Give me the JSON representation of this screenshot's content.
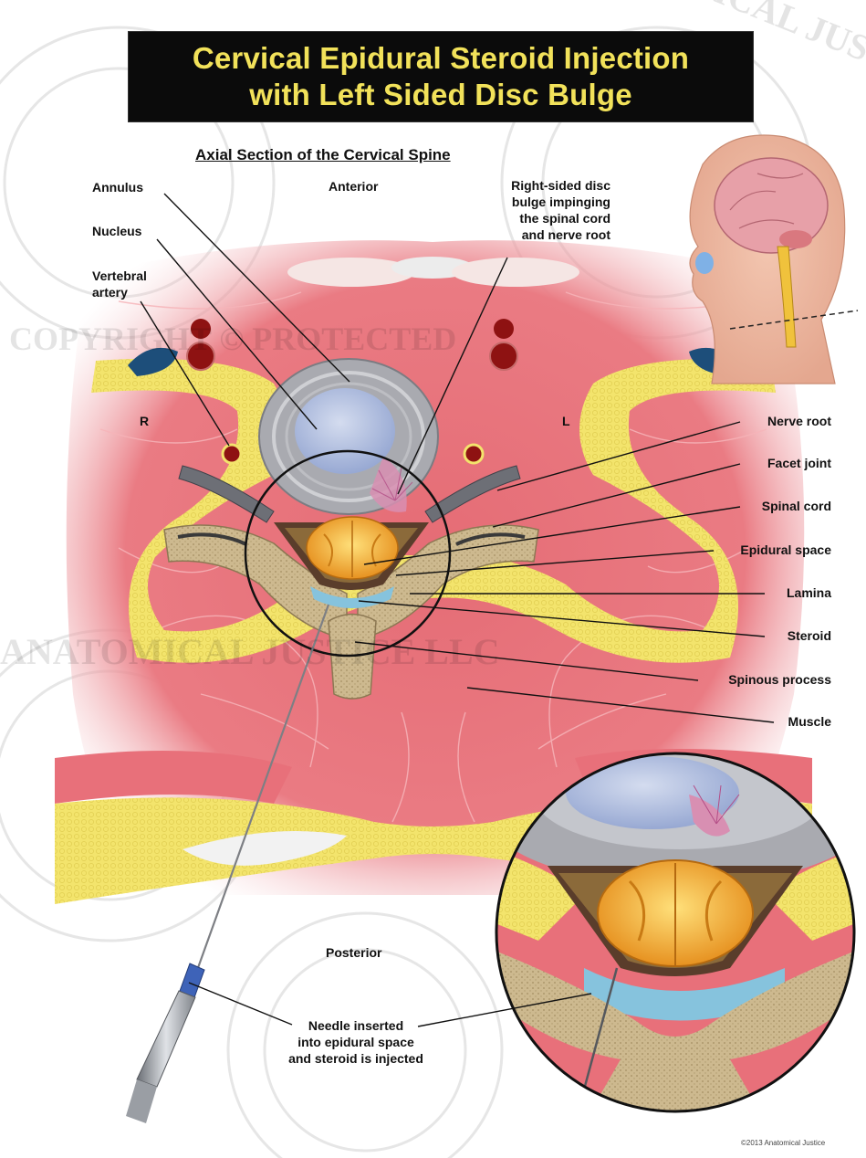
{
  "title": {
    "line1": "Cervical Epidural Steroid Injection",
    "line2": "with Left Sided Disc Bulge"
  },
  "subtitle": "Axial Section of the Cervical Spine",
  "orientation": {
    "anterior": "Anterior",
    "posterior": "Posterior",
    "right": "R",
    "left": "L"
  },
  "labels": {
    "annulus": "Annulus",
    "nucleus": "Nucleus",
    "vertebral_artery_1": "Vertebral",
    "vertebral_artery_2": "artery",
    "disc_bulge_1": "Right-sided disc",
    "disc_bulge_2": "bulge impinging",
    "disc_bulge_3": "the spinal cord",
    "disc_bulge_4": "and nerve root",
    "nerve_root": "Nerve root",
    "facet_joint": "Facet joint",
    "spinal_cord": "Spinal cord",
    "epidural_space": "Epidural space",
    "lamina": "Lamina",
    "steroid": "Steroid",
    "spinous_process": "Spinous process",
    "muscle": "Muscle",
    "needle_1": "Needle inserted",
    "needle_2": "into epidural space",
    "needle_3": "and steroid is injected"
  },
  "watermark": {
    "text_1": "ANATOMICAL JUSTICE LLC",
    "text_2": "COPYRIGHT © PROTECTED"
  },
  "copyright": "©2013 Anatomical Justice",
  "colors": {
    "title_bg": "#0b0b0b",
    "title_text": "#f2e25a",
    "muscle": "#e8707a",
    "fat": "#f1e36a",
    "bone": "#c9b48c",
    "disc_annulus": "#a9aab0",
    "nucleus": "#b9c6e2",
    "spinal_cord": "#f0a92e",
    "steroid": "#86c3dd",
    "vein": "#1d4e7a",
    "artery": "#8e1212"
  }
}
